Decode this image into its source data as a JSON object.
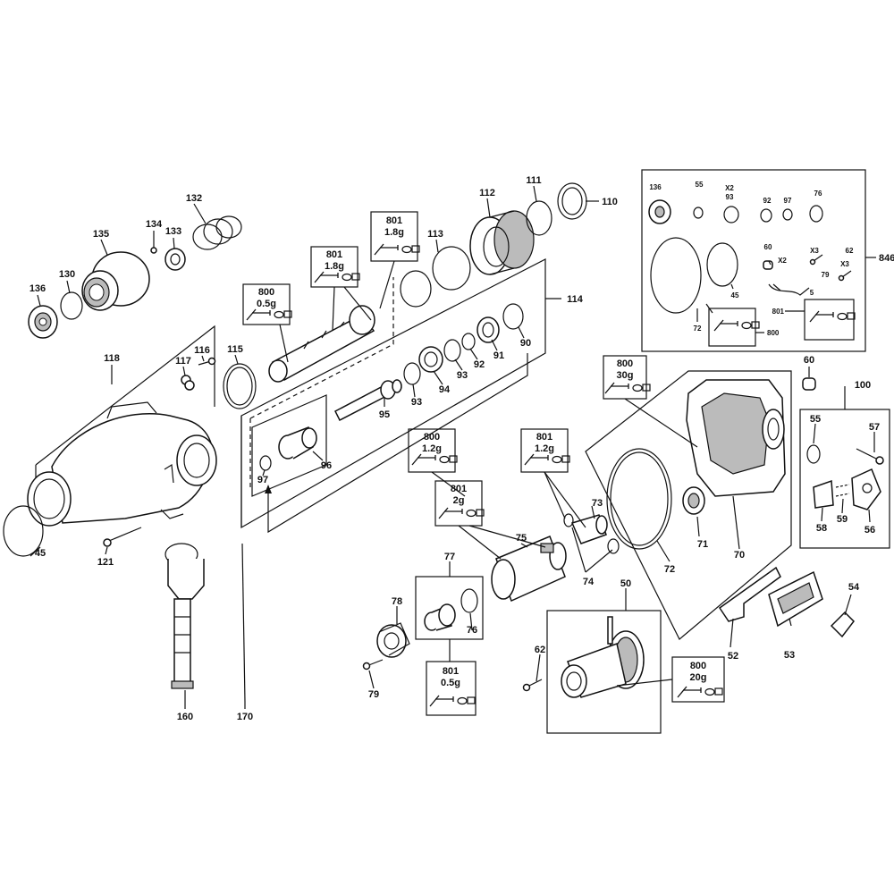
{
  "labels": {
    "p136": "136",
    "p130": "130",
    "p135": "135",
    "p134": "134",
    "p133": "133",
    "p132": "132",
    "p118": "118",
    "p117": "117",
    "p116": "116",
    "p115": "115",
    "p45": "45",
    "p121": "121",
    "p160": "160",
    "p170": "170",
    "p97": "97",
    "p96": "96",
    "p95": "95",
    "p93a": "93",
    "p94": "94",
    "p93b": "93",
    "p92": "92",
    "p91": "91",
    "p90": "90",
    "p113": "113",
    "p112": "112",
    "p111": "111",
    "p110": "110",
    "p114": "114",
    "p75": "75",
    "p73": "73",
    "p74": "74",
    "p77": "77",
    "p76": "76",
    "p78": "78",
    "p79": "79",
    "p62": "62",
    "p50": "50",
    "p72": "72",
    "p71": "71",
    "p70": "70",
    "p52": "52",
    "p53": "53",
    "p54": "54",
    "p60": "60",
    "p100": "100",
    "p55": "55",
    "p57": "57",
    "p58": "58",
    "p59": "59",
    "p56": "56",
    "p846": "846"
  },
  "kit_labels": {
    "k136": "136",
    "k55": "55",
    "kx2a": "X2",
    "k93": "93",
    "k92": "92",
    "k97": "97",
    "k76": "76",
    "k60": "60",
    "kx2b": "X2",
    "kx3a": "X3",
    "k79": "79",
    "k62": "62",
    "kx3b": "X3",
    "k5": "5",
    "k45": "45",
    "k72": "72",
    "k801": "801",
    "k800": "800"
  },
  "lube_boxes": {
    "b800a": {
      "code": "800",
      "qty": "0.5g"
    },
    "b801a": {
      "code": "801",
      "qty": "1.8g"
    },
    "b801b": {
      "code": "801",
      "qty": "1.8g"
    },
    "b800b": {
      "code": "800",
      "qty": "1.2g"
    },
    "b801c": {
      "code": "801",
      "qty": "1.2g"
    },
    "b801d": {
      "code": "801",
      "qty": "2g"
    },
    "b800c": {
      "code": "800",
      "qty": "30g"
    },
    "b801e": {
      "code": "801",
      "qty": "0.5g"
    },
    "b800d": {
      "code": "800",
      "qty": "20g"
    }
  }
}
